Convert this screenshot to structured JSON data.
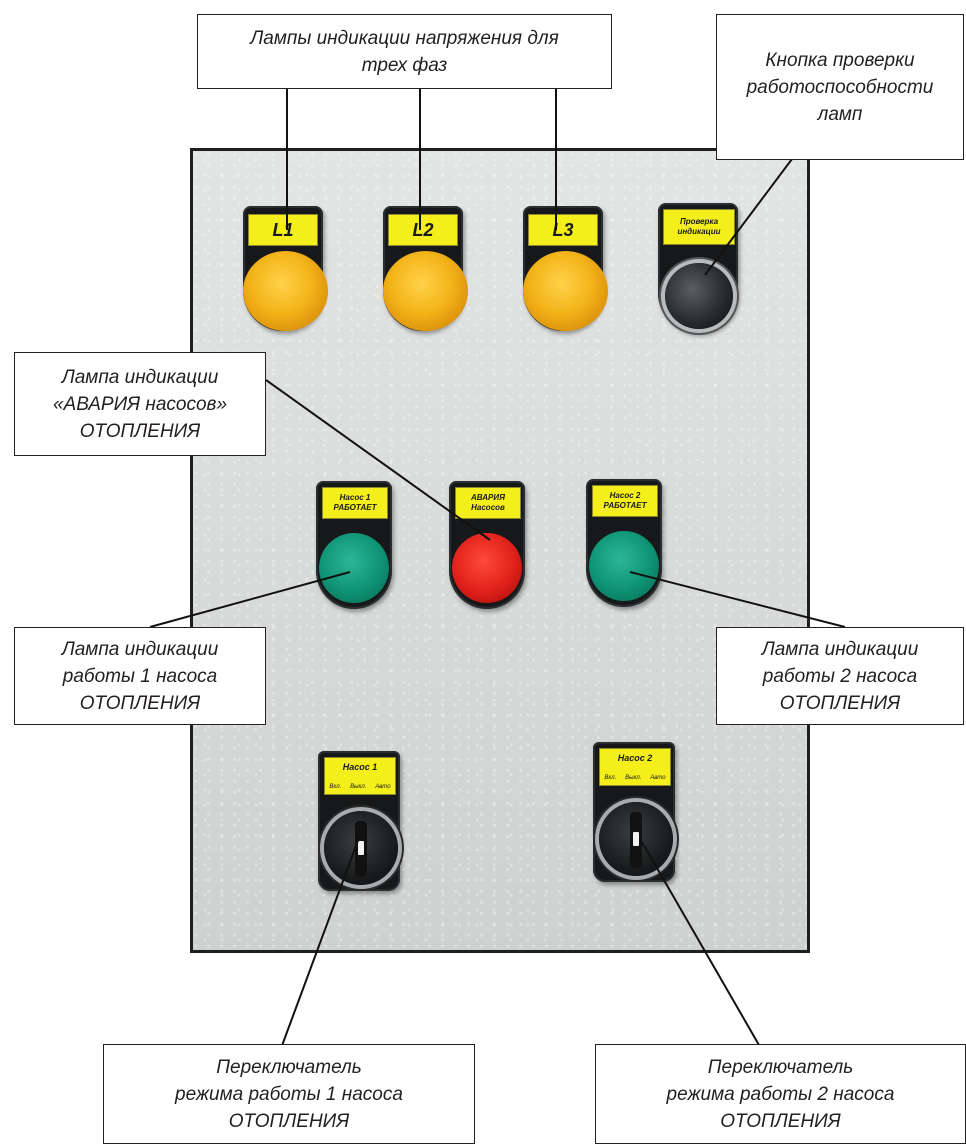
{
  "panel": {
    "lamps": {
      "l1": "L1",
      "l2": "L2",
      "l3": "L3",
      "check": "Проверка\nиндикации",
      "pump1": "Насос 1\nРАБОТАЕТ",
      "alarm": "АВАРИЯ\nНасосов",
      "pump2": "Насос 2\nРАБОТАЕТ"
    },
    "selectors": {
      "s1": {
        "title": "Насос 1",
        "modes": [
          "Вкл.",
          "Выкл.",
          "Авто"
        ]
      },
      "s2": {
        "title": "Насос 2",
        "modes": [
          "Вкл.",
          "Выкл.",
          "Авто"
        ]
      }
    }
  },
  "callouts": {
    "phases": "Лампы индикации напряжения для\nтрех фаз",
    "check_button": "Кнопка проверки\nработоспособности\nламп",
    "alarm_lamp": "Лампа индикации\n«АВАРИЯ насосов»\nОТОПЛЕНИЯ",
    "pump1_lamp": "Лампа индикации\nработы 1 насоса\nОТОПЛЕНИЯ",
    "pump2_lamp": "Лампа индикации\nработы 2 насоса\nОТОПЛЕНИЯ",
    "switch1": "Переключатель\nрежима работы 1 насоса\nОТОПЛЕНИЯ",
    "switch2": "Переключатель\nрежима работы 2 насоса\nОТОПЛЕНИЯ"
  },
  "colors": {
    "lamp_voltage": "#f3b419",
    "lamp_pump": "#0e9273",
    "lamp_alarm": "#e0201a",
    "label_plate": "#f4ef1a",
    "panel": "#d9dbdb"
  }
}
